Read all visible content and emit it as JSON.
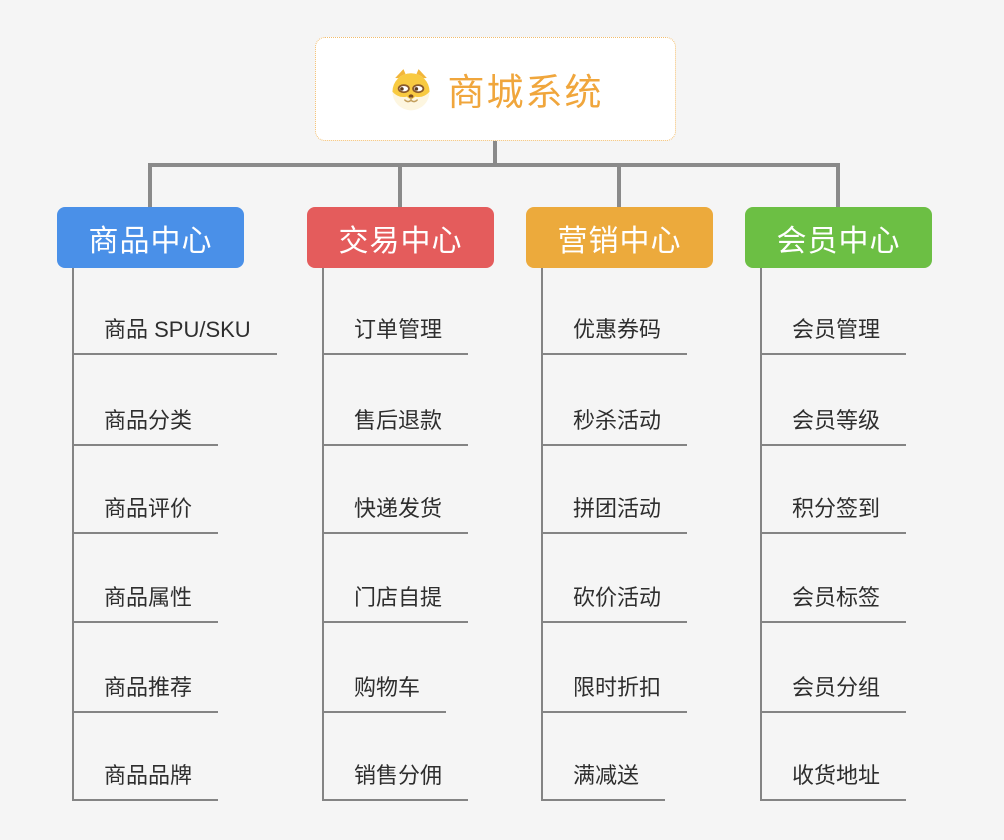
{
  "page": {
    "background": "#f5f5f5",
    "connector_color": "#8a8a8a",
    "underline_color": "#848484",
    "topic_text_color": "#2e2e2e"
  },
  "root": {
    "label": "商城系统",
    "icon": "shiba-dog-face-icon",
    "text_color": "#f0a63c",
    "border_color": "#f2bd6d",
    "background": "#ffffff"
  },
  "branches": [
    {
      "label": "商品中心",
      "color": "#4a90e8",
      "items": [
        "商品 SPU/SKU",
        "商品分类",
        "商品评价",
        "商品属性",
        "商品推荐",
        "商品品牌"
      ]
    },
    {
      "label": "交易中心",
      "color": "#e45c5c",
      "items": [
        "订单管理",
        "售后退款",
        "快递发货",
        "门店自提",
        "购物车",
        "销售分佣"
      ]
    },
    {
      "label": "营销中心",
      "color": "#ecaa3c",
      "items": [
        "优惠券码",
        "秒杀活动",
        "拼团活动",
        "砍价活动",
        "限时折扣",
        "满减送"
      ]
    },
    {
      "label": "会员中心",
      "color": "#6cbf44",
      "items": [
        "会员管理",
        "会员等级",
        "积分签到",
        "会员标签",
        "会员分组",
        "收货地址"
      ]
    }
  ]
}
